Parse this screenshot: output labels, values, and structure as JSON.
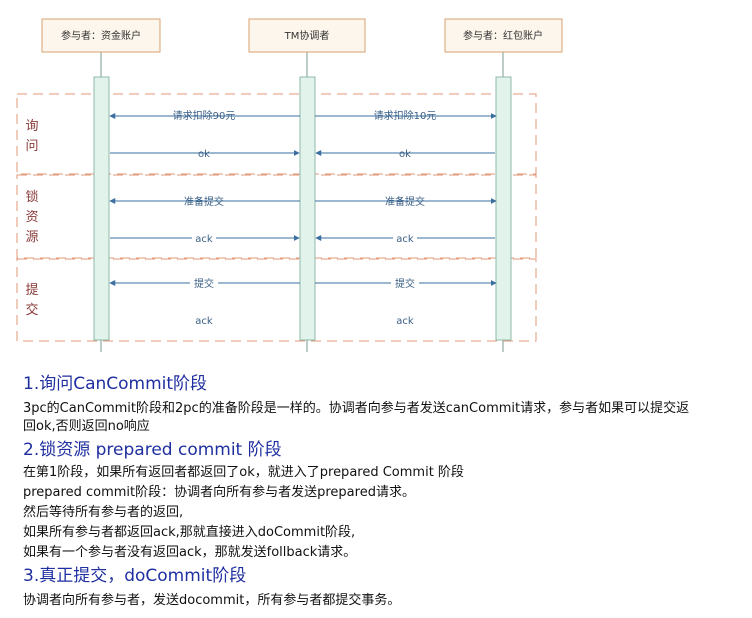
{
  "diagram": {
    "participants": [
      "参与者：资金账户",
      "TM协调者",
      "参与者：红包账户"
    ],
    "phase_labels": {
      "ask": [
        "询",
        "问"
      ],
      "lock": [
        "锁",
        "资",
        "源"
      ],
      "commit": [
        "提",
        "交"
      ]
    },
    "messages": {
      "m1": "请求扣除90元",
      "m2": "请求扣除10元",
      "m3": "ok",
      "m4": "ok",
      "m5": "准备提交",
      "m6": "准备提交",
      "m7": "ack",
      "m8": "ack",
      "m9": "提交",
      "m10": "提交",
      "m11": "ack",
      "m12": "ack"
    },
    "colors": {
      "lifeline_fill": "#e2f3ec",
      "lifeline_stroke": "#8fb8a8",
      "box_fill": "#fdf6ec",
      "box_stroke": "#d9a070",
      "phase_border": "#e09a7a",
      "arrow": "#3a6fa0"
    }
  },
  "sections": {
    "s1_title": "1.询问CanCommit阶段",
    "s1_line1": "3pc的CanCommit阶段和2pc的准备阶段是一样的。协调者向参与者发送canCommit请求，参与者如果可以提交返",
    "s1_line2": "回ok,否则返回no响应",
    "s2_title": "2.锁资源 prepared commit 阶段",
    "s2_line1": "在第1阶段，如果所有返回者都返回了ok，就进入了prepared Commit 阶段",
    "s2_line2": "prepared commit阶段：协调者向所有参与者发送prepared请求。",
    "s2_line3": "然后等待所有参与者的返回,",
    "s2_line4": "如果所有参与者都返回ack,那就直接进入doCommit阶段,",
    "s2_line5": "如果有一个参与者没有返回ack，那就发送follback请求。",
    "s3_title": "3.真正提交，doCommit阶段",
    "s3_line1": " 协调者向所有参与者，发送docommit，所有参与者都提交事务。"
  }
}
